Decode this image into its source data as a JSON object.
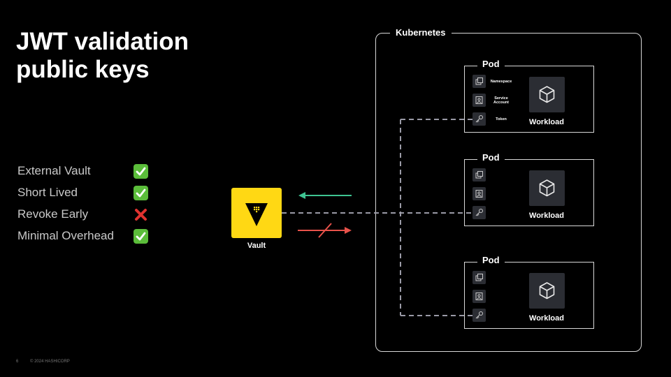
{
  "slide": {
    "title_line1": "JWT validation",
    "title_line2": "public keys",
    "page_number": "6",
    "copyright": "© 2024 HASHICORP"
  },
  "checklist": [
    {
      "label": "External Vault",
      "status": "check"
    },
    {
      "label": "Short Lived",
      "status": "check"
    },
    {
      "label": "Revoke Early",
      "status": "cross"
    },
    {
      "label": "Minimal Overhead",
      "status": "check"
    }
  ],
  "diagram": {
    "cluster_label": "Kubernetes",
    "vault_label": "Vault",
    "pods": [
      {
        "label": "Pod",
        "workload": "Workload",
        "meta": [
          "Namespace",
          "Service Account",
          "Token"
        ]
      },
      {
        "label": "Pod",
        "workload": "Workload"
      },
      {
        "label": "Pod",
        "workload": "Workload"
      }
    ],
    "colors": {
      "arrow_allowed": "#3ec492",
      "arrow_blocked": "#e8524a",
      "dashed_line": "#9a9aa6",
      "vault_yellow": "#ffd814",
      "check_green": "#5bbd3a",
      "cross_red": "#e0322f"
    },
    "icons": [
      "copy-icon",
      "user-badge-icon",
      "key-icon",
      "cube-icon",
      "vault-logo-icon"
    ]
  }
}
